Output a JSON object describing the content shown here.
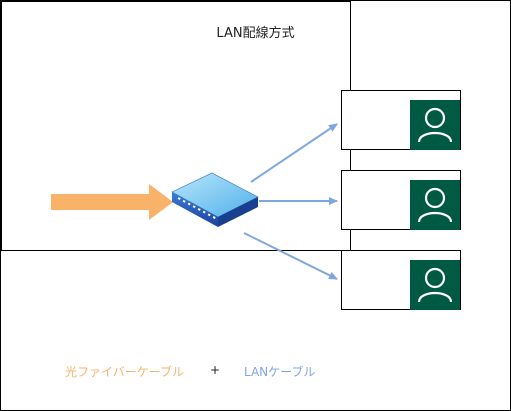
{
  "title": "LAN配線方式",
  "legend": {
    "fiber_label": "光ファイバーケーブル",
    "plus": "+",
    "lan_label": "LANケーブル"
  },
  "colors": {
    "fiber": "#f8b26a",
    "lan": "#7ea6e0",
    "user_tile": "#005a43",
    "switch_top": "#74c8f2",
    "switch_side": "#1f49b2"
  },
  "icons": {
    "hub": "network-switch-icon",
    "client": "user-icon"
  },
  "client_count": 3
}
